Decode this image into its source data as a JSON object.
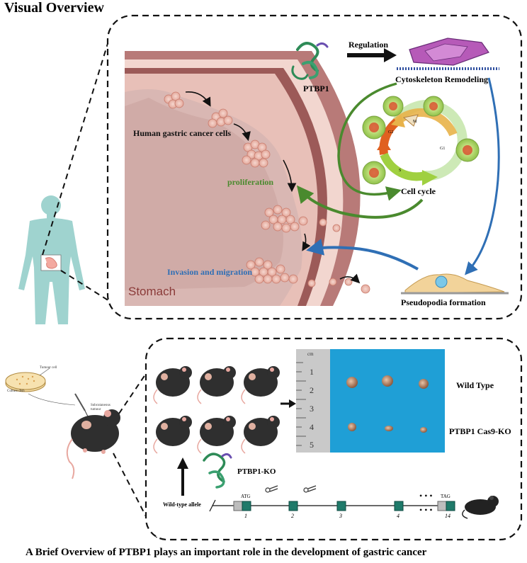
{
  "title": "Visual Overview",
  "caption": "A Brief Overview of PTBP1 plays an important role in the development of gastric cancer",
  "top_panel": {
    "cancer_cells_label": "Human gastric cancer cells",
    "proliferation_label": "proliferation",
    "invasion_label": "Invasion and migration",
    "stomach_label": "Stomach",
    "ptbp1_label": "PTBP1",
    "regulation_label": "Regulation",
    "cytoskeleton_label": "Cytoskeleton Remodeling",
    "cell_cycle_label": "Cell cycle",
    "pseudopodia_label": "Pseudopodia formation",
    "phases": {
      "m": "M",
      "g2": "G2",
      "g1": "G1",
      "s": "S"
    }
  },
  "bottom_panel": {
    "tumour_cell_label": "Tumour cell",
    "culture_dish_label": "Culture dish",
    "subcutaneous_label": "Subcutaneous tumour",
    "wild_type_label": "Wild Type",
    "ko_label": "PTBP1 Cas9-KO",
    "ptbp1_ko_label": "PTBP1-KO",
    "allele_label": "Wild-type allele",
    "atg_label": "ATG",
    "tag_label": "TAG",
    "exon_numbers": [
      "1",
      "2",
      "3",
      "4",
      "14"
    ],
    "ruler_unit": "cm",
    "ruler_ticks": [
      "1",
      "2",
      "3",
      "4",
      "5"
    ]
  },
  "colors": {
    "skin": "#9fd3cf",
    "stomach_wall": "#b87a78",
    "stomach_inner": "#d9b7b3",
    "green_arrow": "#4a8a2e",
    "blue_arrow": "#2f6fb5",
    "proliferation_text": "#4a8a2e",
    "invasion_text": "#2f6fb5",
    "blue_background": "#1f9fd6",
    "exon": "#1f7a6a"
  }
}
